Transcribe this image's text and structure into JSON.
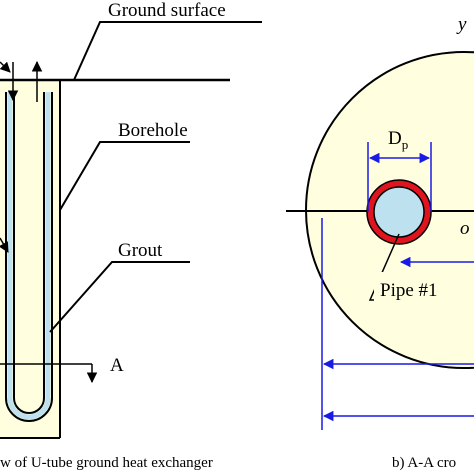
{
  "labels": {
    "ground_surface": "Ground surface",
    "borehole": "Borehole",
    "grout": "Grout",
    "section_mark": "A",
    "pipe_diameter_base": "D",
    "pipe_diameter_sub": "p",
    "pipe": "Pipe #1",
    "axis_y": "y",
    "origin": "o"
  },
  "captions": {
    "left": "w of U-tube ground heat exchanger",
    "right": "b) A-A cro"
  },
  "colors": {
    "grout_fill": "#ffffe0",
    "pipe_wall": "#e0141e",
    "pipe_fluid": "#bde1ee",
    "dimension": "#1a1ae6",
    "line": "#000000"
  }
}
